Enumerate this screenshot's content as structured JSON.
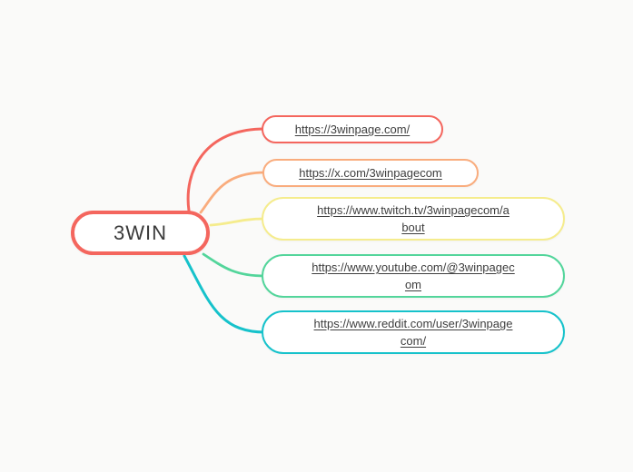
{
  "canvas": {
    "background_color": "#fafaf9"
  },
  "root": {
    "label": "3WIN",
    "color": "#f4665e",
    "fill": "#ffffff",
    "text_color": "#3a3a3a"
  },
  "branches": [
    {
      "label": "https://3winpage.com/",
      "color": "#f4665e"
    },
    {
      "label": "https://x.com/3winpagecom",
      "color": "#f9ac7d"
    },
    {
      "label": "https://www.twitch.tv/3winpagecom/a\nbout",
      "color": "#f5ec8d"
    },
    {
      "label": "https://www.youtube.com/@3winpagec\nom",
      "color": "#53d59b"
    },
    {
      "label": "https://www.reddit.com/user/3winpage\ncom/",
      "color": "#16c2cb"
    }
  ]
}
